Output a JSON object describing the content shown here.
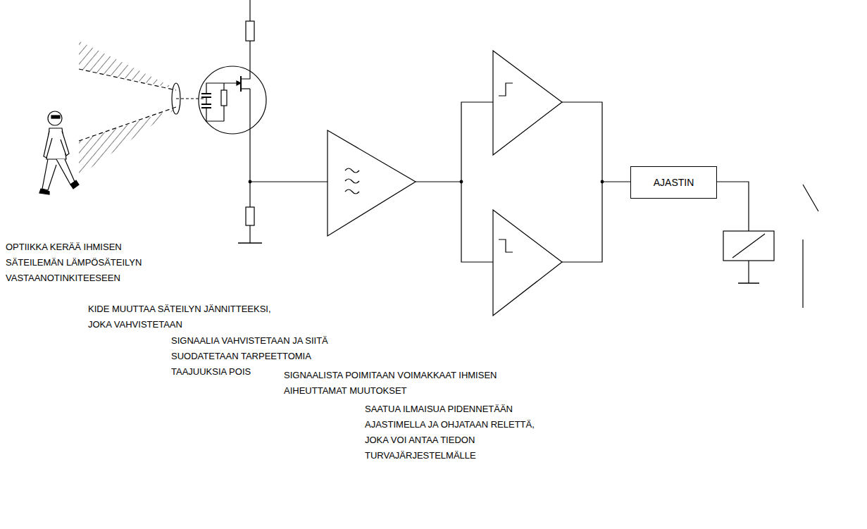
{
  "diagram": {
    "nodes": [
      {
        "text": [
          "AJASTIN"
        ]
      }
    ],
    "labels": [
      "OPTIIKKA KERÄÄ IHMISEN SÄTEILEMÄN LÄMPÖSÄTEILYN VASTAANOTINKITEESEEN",
      "KIDE MUUTTAA SÄTEILYN JÄNNITTEEKSI, JOKA VAHVISTETAAN",
      "SIGNAALIA VAHVISTETAAN JA SIITÄ SUODATETAAN TARPEETTOMIA TAAJUUKSIA POIS",
      "SIGNAALISTA POIMITAAN VOIMAKKAAT IHMISEN AIHEUTTAMAT MUUTOKSET",
      "SAATUA ILMAISUA PIDENNETÄÄN AJASTIMELLA JA OHJATAAN RELETTÄ, JOKA VOI ANTAA TIEDON TURVAJÄRJESTELMÄLLE"
    ]
  }
}
